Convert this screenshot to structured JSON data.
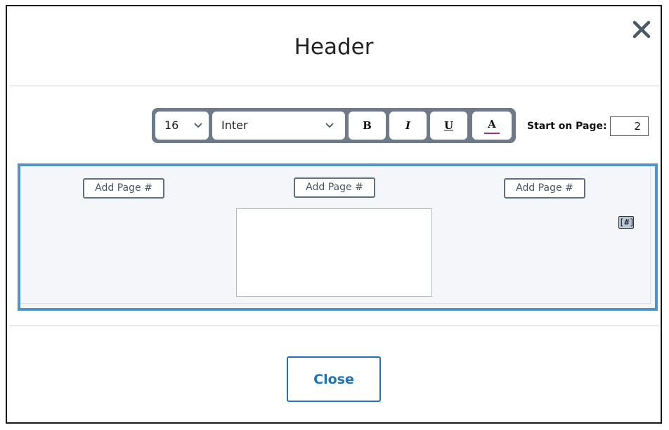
{
  "dialog": {
    "title": "Header",
    "close_button_label": "Close"
  },
  "toolbar": {
    "font_size": "16",
    "font_family": "Inter",
    "bold_label": "B",
    "italic_label": "I",
    "underline_label": "U",
    "color_label": "A",
    "text_color": "#a0307a"
  },
  "start_page": {
    "label": "Start on Page:",
    "value": "2"
  },
  "header_sections": {
    "left_button": "Add Page #",
    "center_button": "Add Page #",
    "right_button": "Add Page #",
    "page_token": "[#]"
  },
  "colors": {
    "accent": "#1f73bb",
    "section_border": "#5192c9",
    "toolbar_bg": "#6c7a89"
  },
  "icons": {
    "close": "close-x-icon",
    "dropdown": "chevron-down-icon"
  }
}
